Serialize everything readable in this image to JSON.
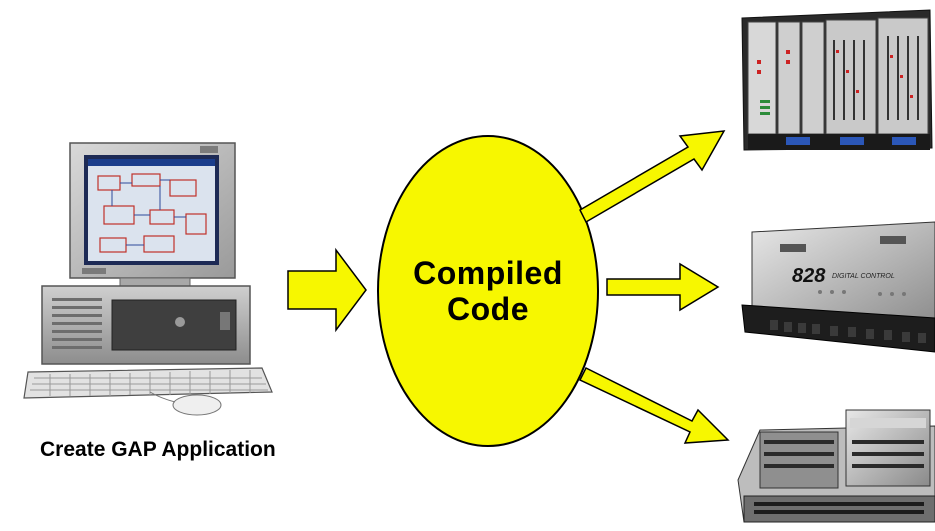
{
  "ellipse": {
    "line1": "Compiled",
    "line2": "Code"
  },
  "caption": "Create GAP Application",
  "device_828": {
    "model_text": "828",
    "brand_text": "DIGITAL CONTROL"
  },
  "colors": {
    "arrow_fill": "#f7f700",
    "arrow_stroke": "#000000",
    "ellipse_fill": "#f7f700"
  },
  "icons": [
    "computer-workstation-icon",
    "rack-controller-icon",
    "controller-828-icon",
    "open-controller-board-icon"
  ]
}
